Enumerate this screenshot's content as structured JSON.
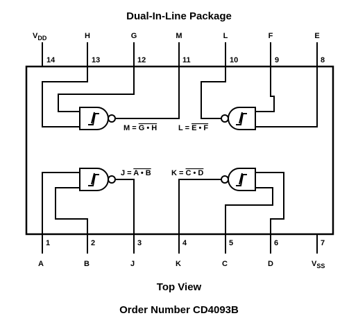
{
  "title": "Dual-In-Line Package",
  "top_view": "Top View",
  "order_number": "Order Number CD4093B",
  "top_pins": [
    {
      "num": "14",
      "label_main": "V",
      "label_sub": "DD"
    },
    {
      "num": "13",
      "label_main": "H",
      "label_sub": ""
    },
    {
      "num": "12",
      "label_main": "G",
      "label_sub": ""
    },
    {
      "num": "11",
      "label_main": "M",
      "label_sub": ""
    },
    {
      "num": "10",
      "label_main": "L",
      "label_sub": ""
    },
    {
      "num": "9",
      "label_main": "F",
      "label_sub": ""
    },
    {
      "num": "8",
      "label_main": "E",
      "label_sub": ""
    }
  ],
  "bottom_pins": [
    {
      "num": "1",
      "label_main": "A",
      "label_sub": ""
    },
    {
      "num": "2",
      "label_main": "B",
      "label_sub": ""
    },
    {
      "num": "3",
      "label_main": "J",
      "label_sub": ""
    },
    {
      "num": "4",
      "label_main": "K",
      "label_sub": ""
    },
    {
      "num": "5",
      "label_main": "C",
      "label_sub": ""
    },
    {
      "num": "6",
      "label_main": "D",
      "label_sub": ""
    },
    {
      "num": "7",
      "label_main": "V",
      "label_sub": "SS"
    }
  ],
  "equations": {
    "m": {
      "lhs": "M = ",
      "rhs": "G • H"
    },
    "l": {
      "lhs": "L = ",
      "rhs": "E • F"
    },
    "j": {
      "lhs": "J = ",
      "rhs": "A • B"
    },
    "k": {
      "lhs": "K = ",
      "rhs": "C • D"
    }
  }
}
